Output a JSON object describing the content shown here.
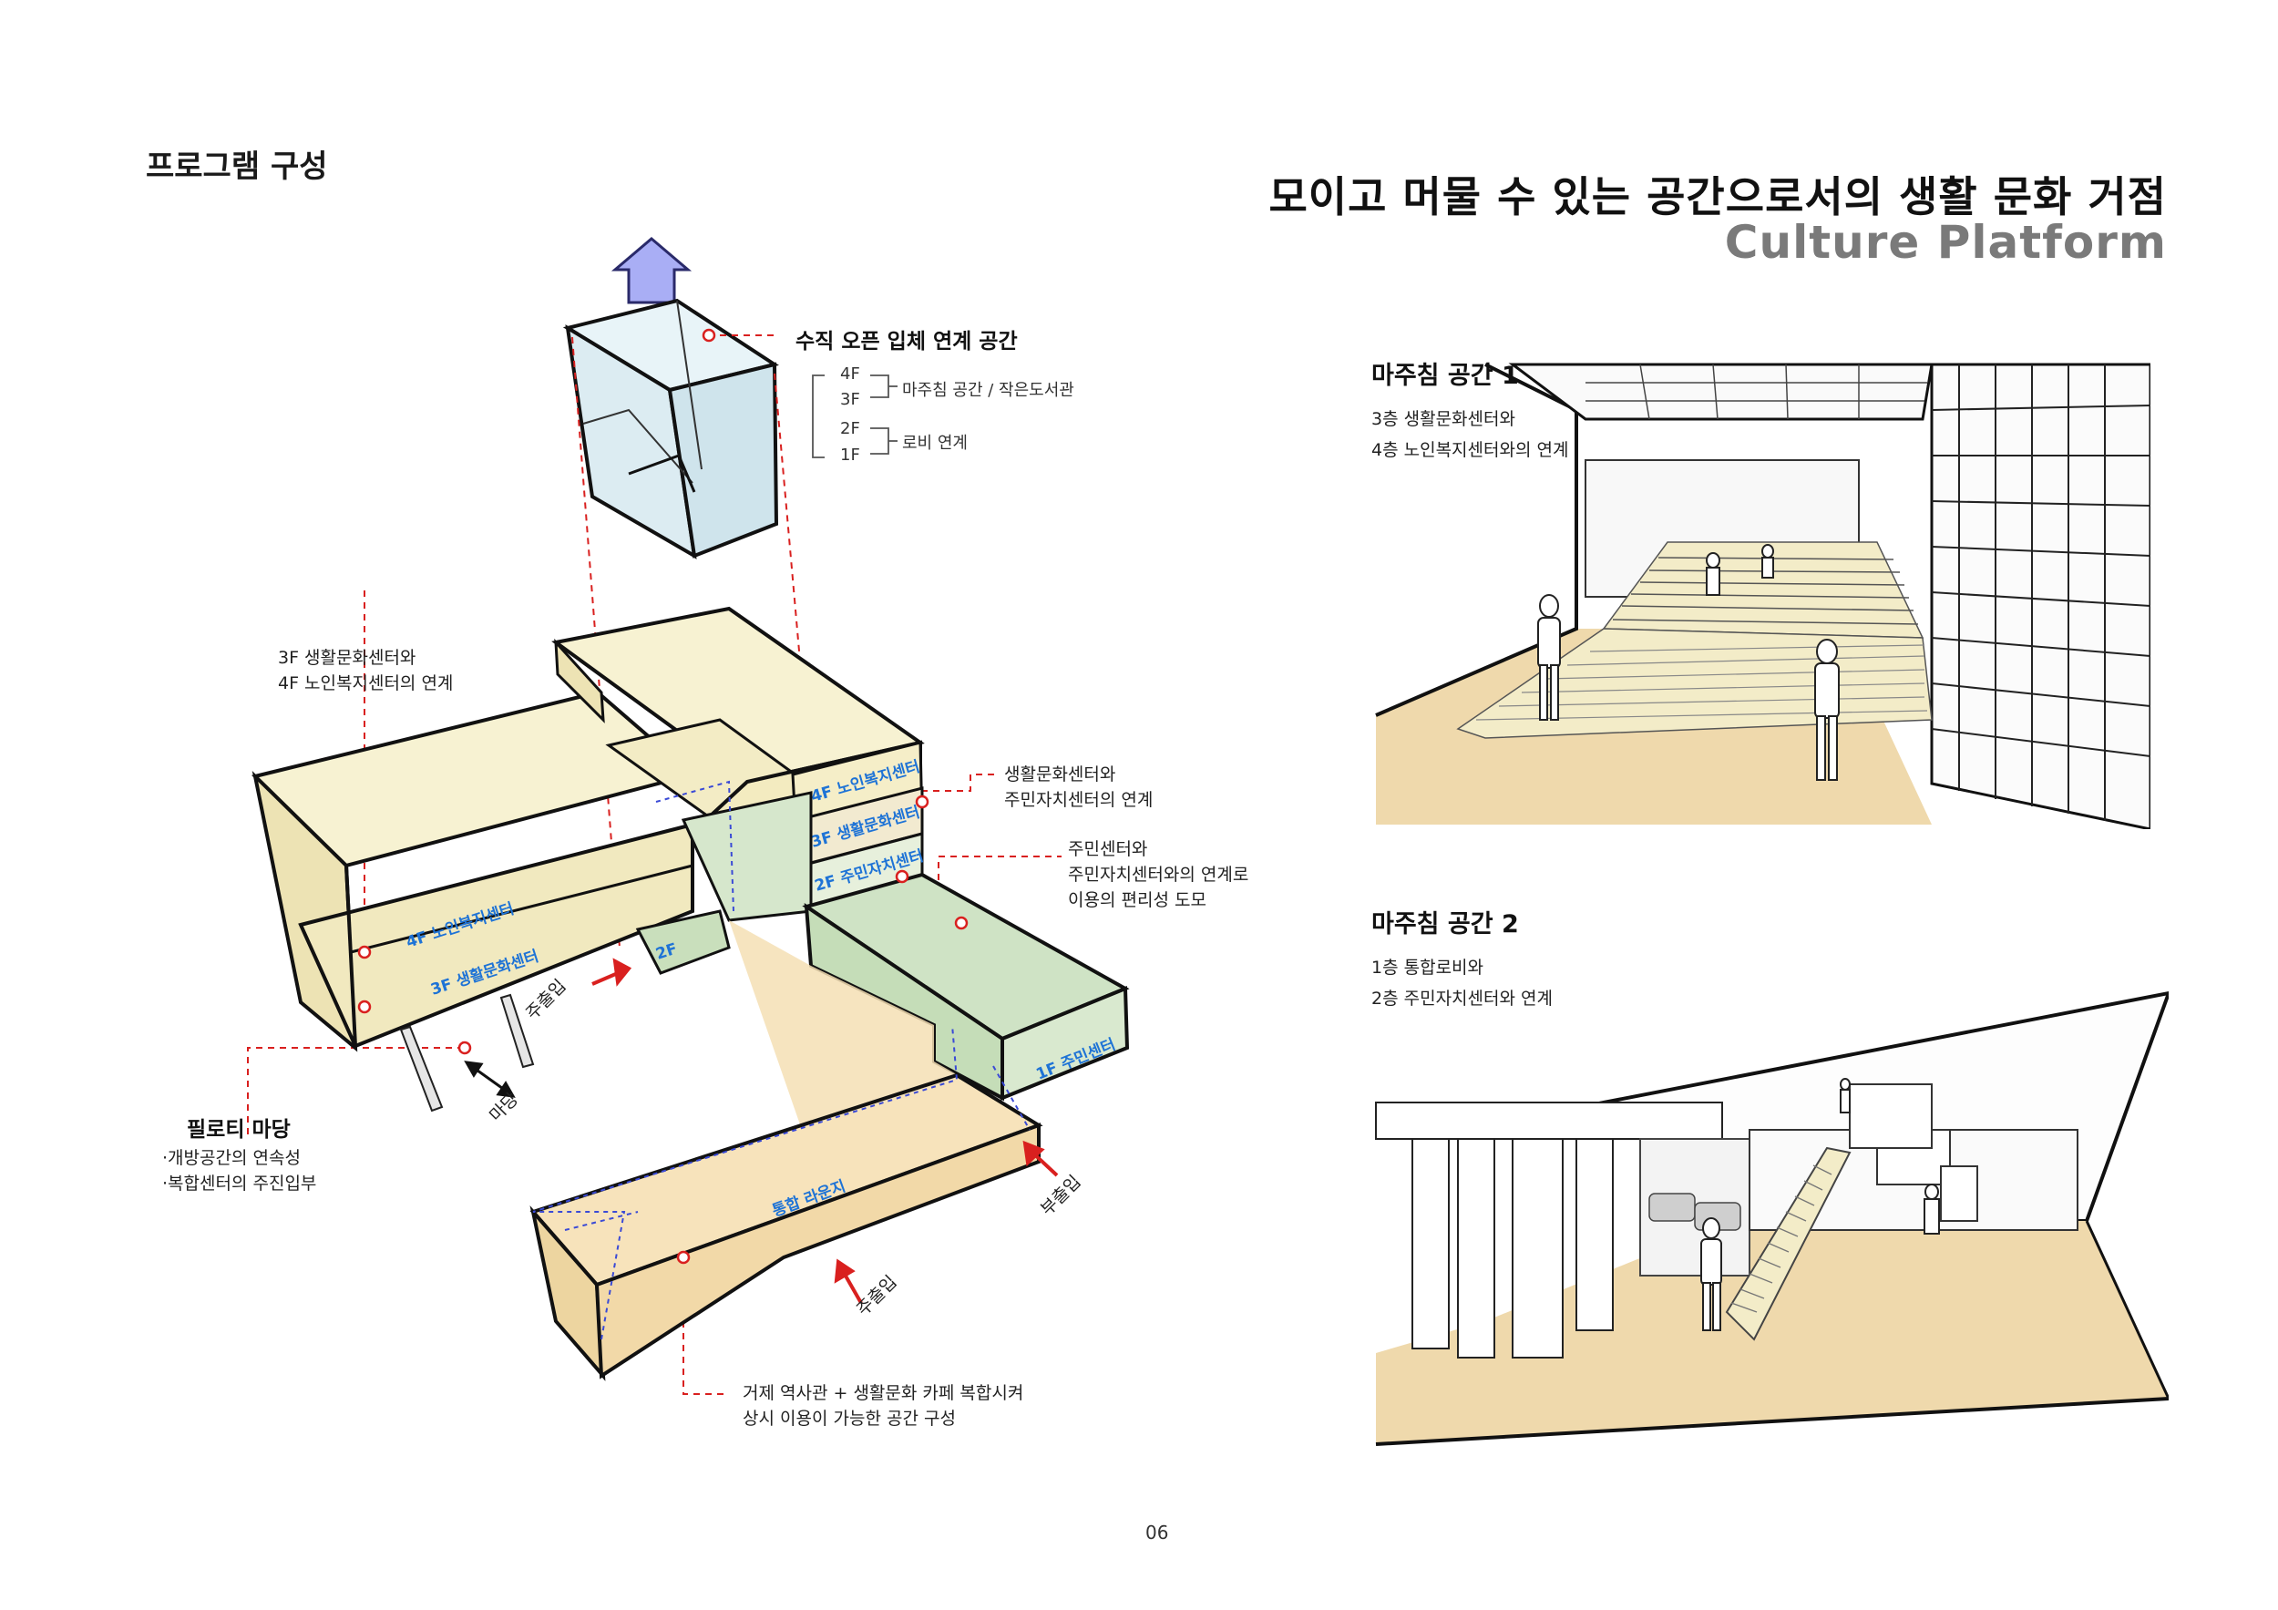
{
  "left": {
    "section_title": "프로그램 구성",
    "top_callout": {
      "title": "수직 오픈 입체 연계 공간",
      "floors": [
        "4F",
        "3F",
        "2F",
        "1F"
      ],
      "link_upper": "마주침 공간 / 작은도서관",
      "link_lower": "로비 연계"
    },
    "callout_3f4f": [
      "3F 생활문화센터와",
      "4F 노인복지센터의 연계"
    ],
    "callout_center": [
      "생활문화센터와",
      "주민자치센터의 연계"
    ],
    "callout_resident": [
      "주민센터와",
      "주민자치센터와의 연계로",
      "이용의 편리성 도모"
    ],
    "piloti": {
      "title": "필로티 마당",
      "items": [
        "·개방공간의 연속성",
        "·복합센터의 주진입부"
      ]
    },
    "bottom_callout": [
      "거제 역사관 + 생활문화 카페 복합시켜",
      "상시 이용이 가능한 공간 구성"
    ],
    "block_labels": {
      "f4_senior_left": "4F 노인복지센터",
      "f3_culture_left": "3F 생활문화센터",
      "f2_small": "2F",
      "f4_senior": "4F 노인복지센터",
      "f3_culture": "3F 생활문화센터",
      "f2_resident": "2F 주민자치센터",
      "f1_resident": "1F 주민센터",
      "lounge": "통합 라운지"
    },
    "entries": {
      "main_entry_1": "주출입",
      "main_entry_2": "주출입",
      "sub_entry": "부출입",
      "madang": "마당"
    }
  },
  "right": {
    "main_title": "모이고 머물 수 있는 공간으로서의 생활 문화 거점",
    "sub_title": "Culture Platform",
    "panel1": {
      "title": "마주침 공간  1",
      "desc": [
        "3층 생활문화센터와",
        "4층 노인복지센터와의 연계"
      ]
    },
    "panel2": {
      "title": "마주침 공간  2",
      "desc": [
        "1층 통합로비와",
        "2층 주민자치센터와 연계"
      ]
    }
  },
  "page_number": "06",
  "colors": {
    "accent_red": "#d9201f",
    "label_blue": "#1e73d6",
    "block_yellow": "#f6f0cc",
    "block_green": "#cfe3c5",
    "block_orange": "#f5dfb4",
    "glass_blue": "#dcecf2",
    "arrow_purple": "#a9aef5",
    "floor_tan": "#efd9ac",
    "subtitle_gray": "#7a7a7a"
  }
}
